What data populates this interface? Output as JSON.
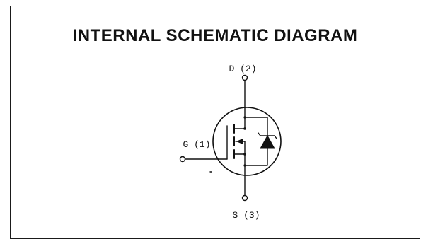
{
  "diagram": {
    "title": "INTERNAL SCHEMATIC DIAGRAM",
    "pins": {
      "drain": "D (2)",
      "gate": "G (1)",
      "source": "S (3)"
    },
    "colors": {
      "stroke": "#111111",
      "background": "#ffffff"
    }
  }
}
